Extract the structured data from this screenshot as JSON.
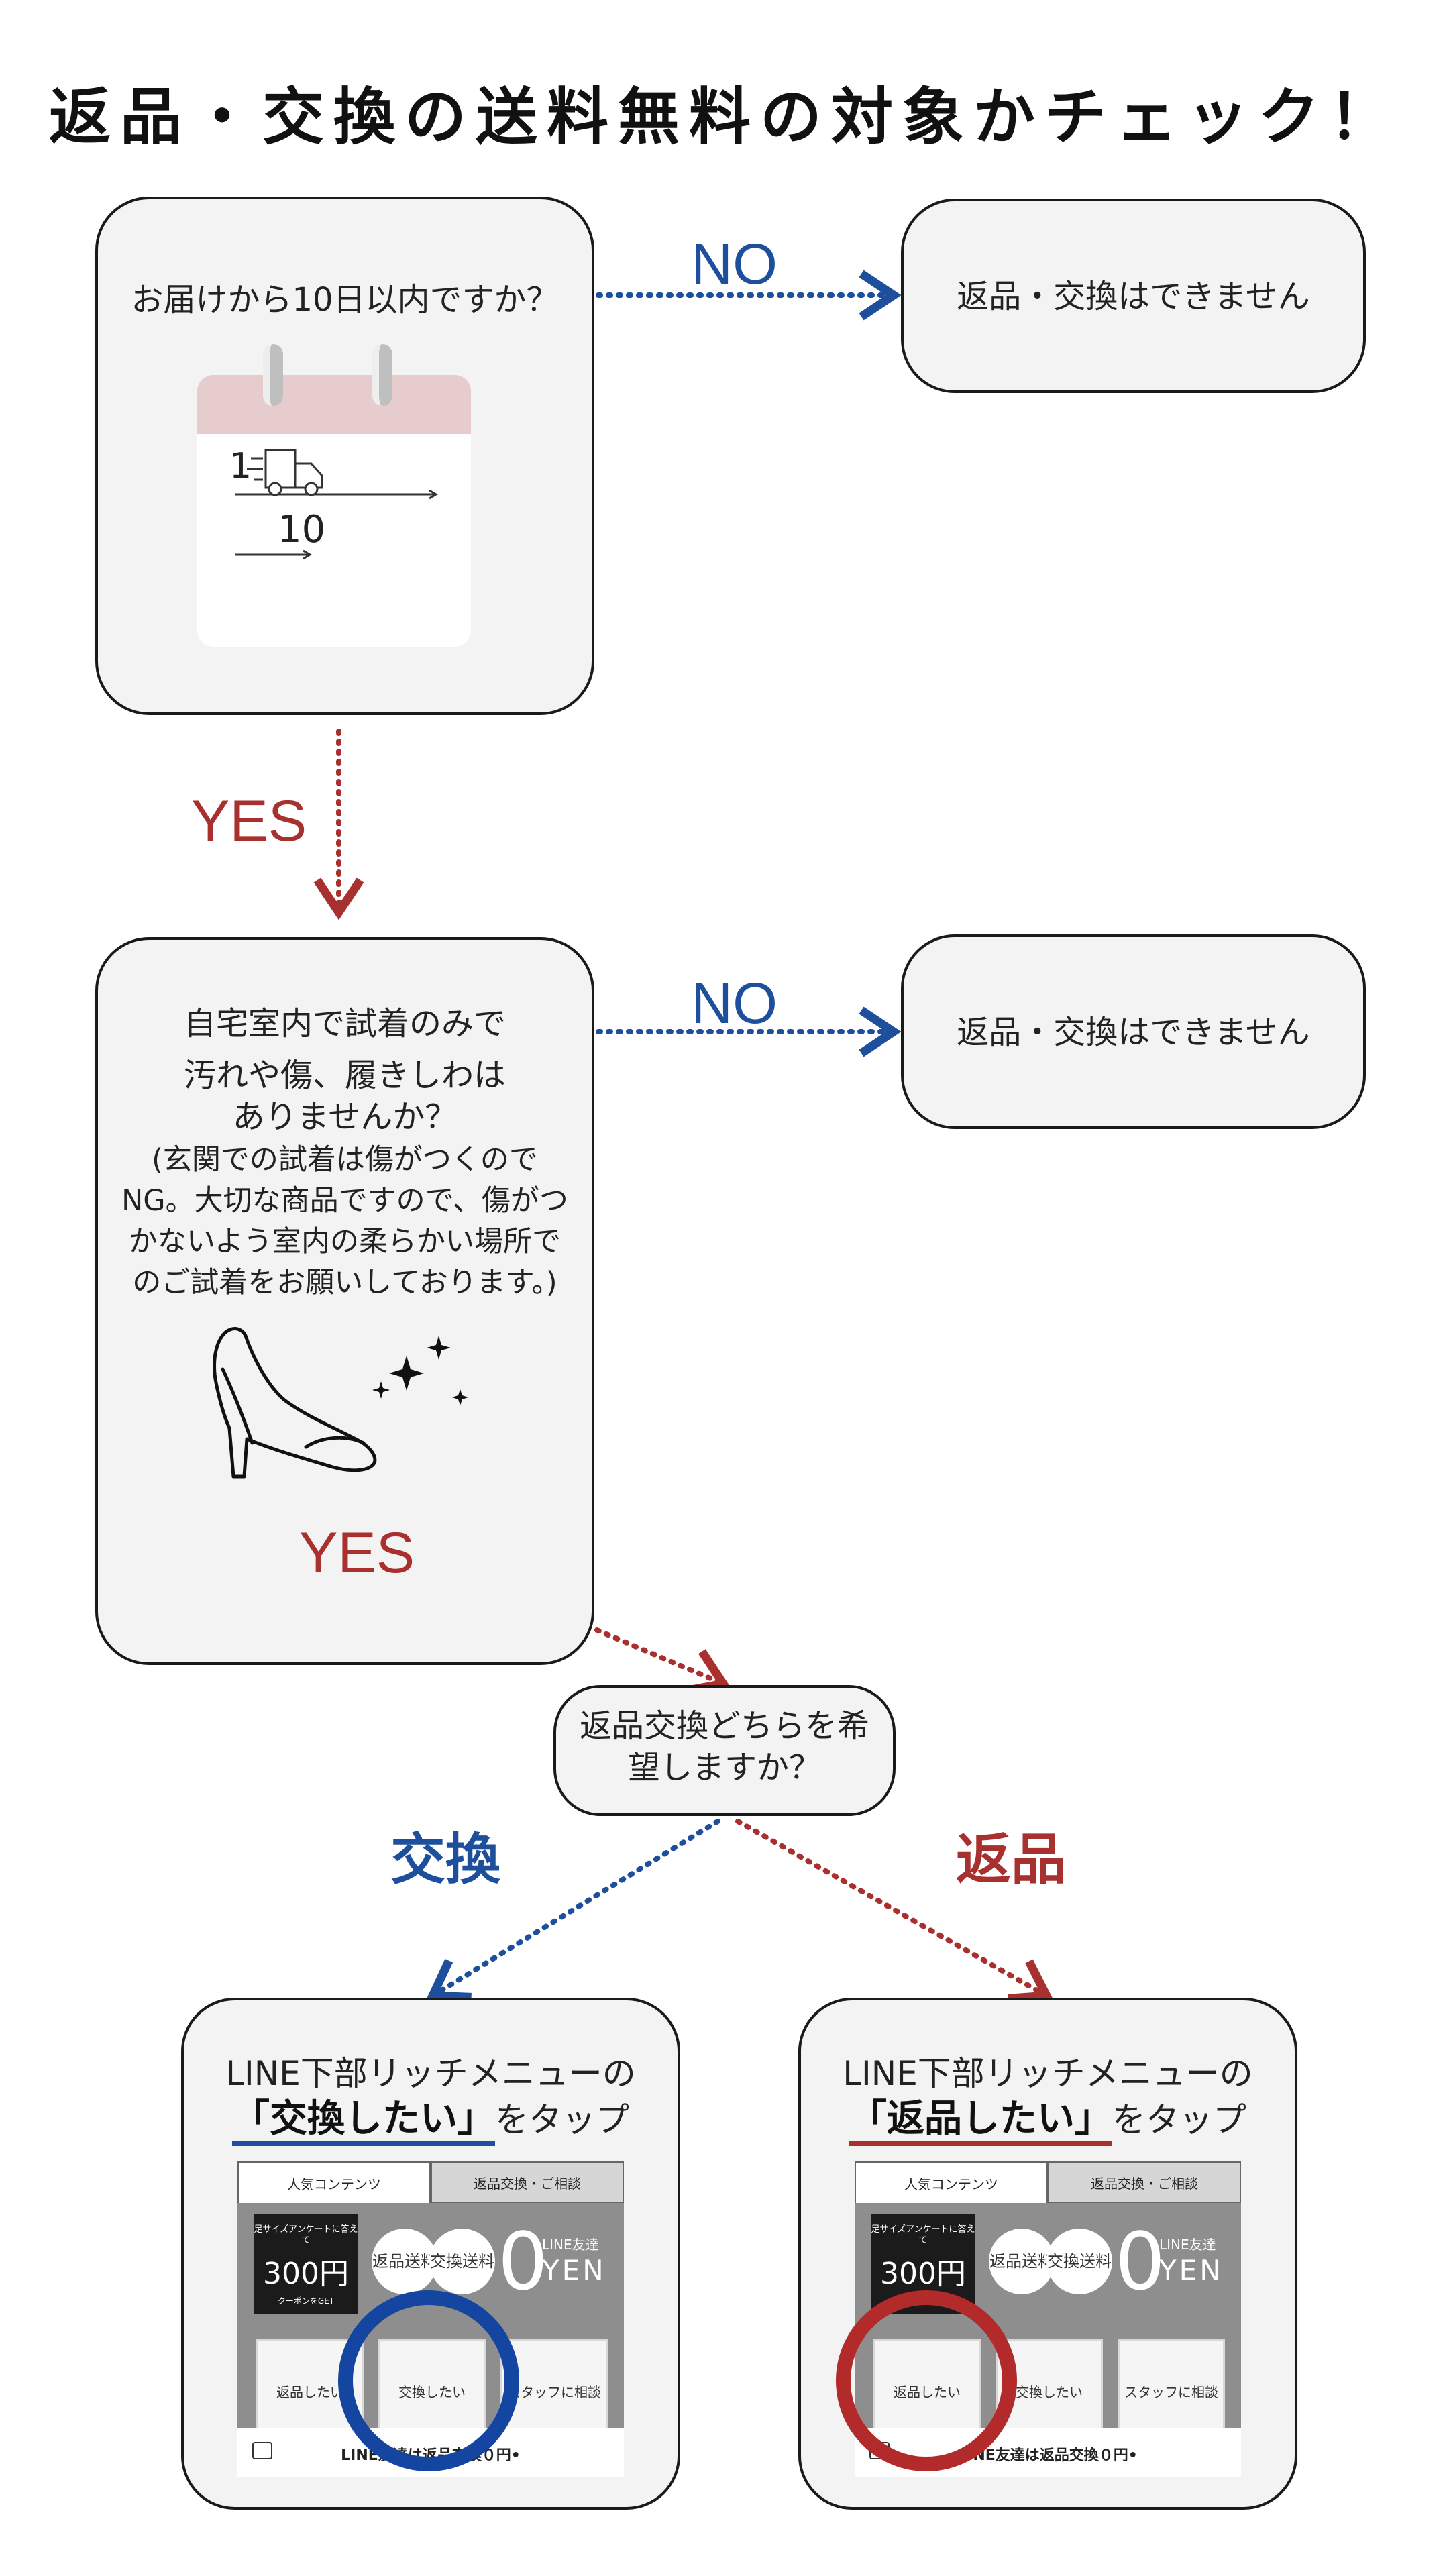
{
  "title": "返品・交換の送料無料の対象かチェック！",
  "colors": {
    "blue": "#1e4f9c",
    "red": "#a8302f",
    "box_bg": "#f3f3f3",
    "border": "#1a1a1a"
  },
  "q1": {
    "question": "お届けから10日以内ですか？",
    "calendar": {
      "start": "1",
      "end": "10",
      "icon": "delivery-truck-icon"
    },
    "no_label": "NO",
    "no_result": "返品・交換はできません",
    "yes_label": "YES"
  },
  "q2": {
    "line1": "自宅室内で試着のみで",
    "line2": "汚れや傷、履きしわは",
    "line3": "ありませんか？",
    "note": "(玄関での試着は傷がつくのでNG。大切な商品ですので、傷がつかないよう室内の柔らかい場所でのご試着をお願いしております。)",
    "icon": "high-heel-sparkle-icon",
    "yes_label": "YES",
    "no_label": "NO",
    "no_result": "返品・交換はできません"
  },
  "q3": {
    "question": "返品交換どちらを希望しますか？",
    "left_label": "交換",
    "right_label": "返品"
  },
  "exchange": {
    "line1": "LINE下部リッチメニューの",
    "quote": "「交換したい」",
    "suffix": "をタップ"
  },
  "return": {
    "line1": "LINE下部リッチメニューの",
    "quote": "「返品したい」",
    "suffix": "をタップ"
  },
  "menu": {
    "tab_left": "人気コンテンツ",
    "tab_right": "返品交換・ご相談",
    "coupon_small": "足サイズアンケートに答えて",
    "coupon_big": "300円",
    "coupon_sub": "クーポンをGET",
    "circle1": "返品送料",
    "circle2": "交換送料",
    "zero": "0",
    "friend": "LINE友達",
    "yen": "YEN",
    "tile1": "返品したい",
    "tile2": "交換したい",
    "tile3": "スタッフに相談",
    "footer": "LINE友達は返品交換０円•"
  }
}
